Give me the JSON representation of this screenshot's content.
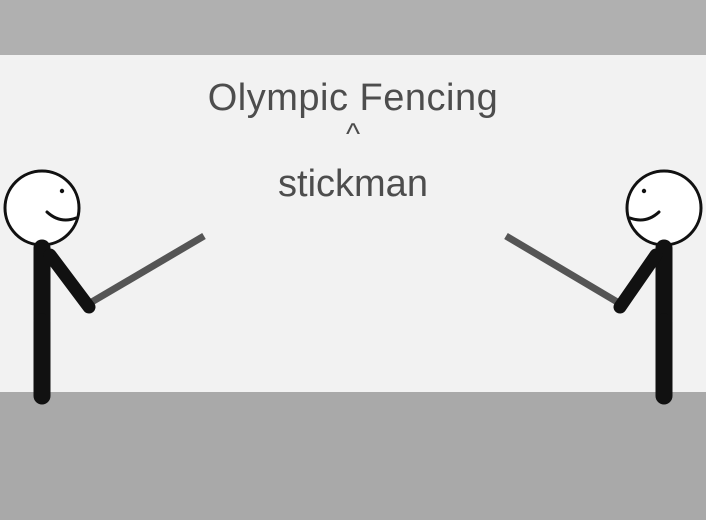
{
  "scene": {
    "title": "Olympic Fencing",
    "caret": "^",
    "subtitle": "stickman"
  },
  "colors": {
    "top_band": "#b0b0b0",
    "wall": "#f2f2f2",
    "floor": "#a9a9a9",
    "text": "#4d4d4d",
    "stickman": "#111111",
    "sword": "#555555"
  },
  "characters": [
    {
      "name": "left-stickman",
      "facing": "right",
      "icon": "stickman-fencer"
    },
    {
      "name": "right-stickman",
      "facing": "left",
      "icon": "stickman-fencer"
    }
  ]
}
